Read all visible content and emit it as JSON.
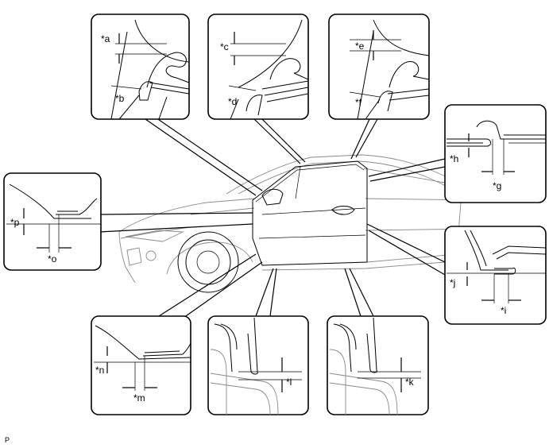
{
  "callouts": {
    "a": "*a",
    "b": "*b",
    "c": "*c",
    "d": "*d",
    "e": "*e",
    "f": "*f",
    "g": "*g",
    "h": "*h",
    "i": "*i",
    "j": "*j",
    "k": "*k",
    "l": "*l",
    "m": "*m",
    "n": "*n",
    "o": "*o",
    "p": "*p"
  },
  "figure_code": "P"
}
